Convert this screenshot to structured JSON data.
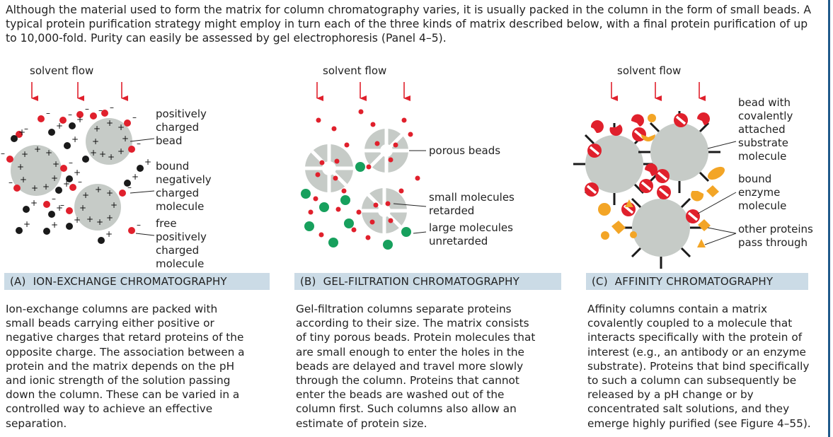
{
  "intro": "Although the material used to form the matrix for column chromatography varies, it is usually packed in the column in the form of small beads. A typical protein purification strategy might employ in turn each of the three kinds of matrix described below, with a final protein purification of up to 10,000-fold. Purity can easily be assessed by gel electrophoresis (Panel 4–5).",
  "colors": {
    "red": "#e0202c",
    "black": "#1a1a1a",
    "grey": "#c6cbc7",
    "green": "#17a05d",
    "orange": "#f3a526",
    "band": "#cbdbe6",
    "rule": "#1f5a8a"
  },
  "signs": {
    "positive": "+",
    "negative": "–"
  },
  "panels": [
    {
      "id": "A",
      "letter": "(A)",
      "title": "ION-EXCHANGE CHROMATOGRAPHY",
      "flow_label": "solvent flow",
      "labels": [
        "positively",
        "charged",
        "bead",
        "bound",
        "negatively",
        "charged",
        "molecule",
        "free",
        "positively",
        "charged",
        "molecule"
      ],
      "description": [
        "Ion-exchange columns are packed with",
        "small beads carrying either positive or",
        "negative charges that retard proteins of the",
        "opposite charge. The association between a",
        "protein and the matrix depends on the pH",
        "and ionic strength of the solution passing",
        "down the column. These can be varied in a",
        "controlled way to achieve an effective",
        "separation."
      ]
    },
    {
      "id": "B",
      "letter": "(B)",
      "title": "GEL-FILTRATION CHROMATOGRAPHY",
      "flow_label": "solvent flow",
      "labels": [
        "porous beads",
        "small molecules",
        "retarded",
        "large molecules",
        "unretarded"
      ],
      "description": [
        "Gel-filtration columns separate proteins",
        "according to their size. The matrix consists",
        "of tiny porous beads. Protein molecules that",
        "are small enough to enter the holes in the",
        "beads are delayed and travel more slowly",
        "through the column. Proteins that cannot",
        "enter the beads are washed out of the",
        "column first. Such columns also allow an",
        "estimate of protein size."
      ]
    },
    {
      "id": "C",
      "letter": "(C)",
      "title": "AFFINITY CHROMATOGRAPHY",
      "flow_label": "solvent flow",
      "labels": [
        "bead with",
        "covalently",
        "attached",
        "substrate",
        "molecule",
        "bound",
        "enzyme",
        "molecule",
        "other proteins",
        "pass through"
      ],
      "description": [
        "Affinity columns contain a matrix",
        "covalently coupled to a molecule that",
        "interacts specifically with the protein of",
        "interest (e.g., an antibody or an enzyme",
        "substrate). Proteins that bind specifically",
        "to such a column can subsequently be",
        "released by a pH change or by",
        "concentrated salt solutions, and they",
        "emerge highly purified (see Figure 4–55)."
      ]
    }
  ]
}
